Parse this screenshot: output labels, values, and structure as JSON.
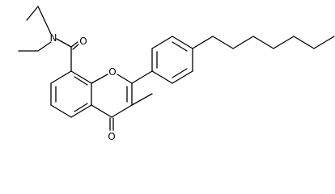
{
  "molecule": {
    "atoms": {
      "amide_nitrogen": "N",
      "amide_oxygen": "O",
      "ring_oxygen": "O",
      "ketone_oxygen": "O"
    }
  },
  "colors": {
    "bond": "#000000",
    "label": "#000000",
    "background": "#ffffff"
  }
}
